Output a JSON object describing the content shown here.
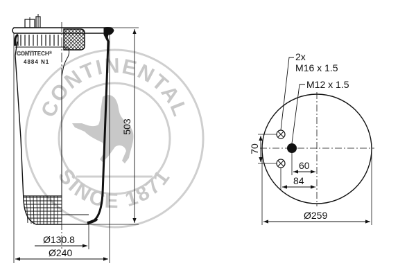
{
  "drawing": {
    "side_view": {
      "brand_label": "CONTITECH®",
      "brand_part1": "CONTI",
      "brand_part2": "TECH",
      "brand_reg": "®",
      "part_number": "4884 N1",
      "height_dim": "503",
      "inner_diameter_dim": "Ø130.8",
      "outer_diameter_dim": "Ø240"
    },
    "top_view": {
      "bolt_count_label": "2x",
      "bolt_thread_label": "M16 x 1.5",
      "air_port_label": "M12 x 1.5",
      "bolt_spacing_dim": "70",
      "air_port_offset_dim": "60",
      "bolt_offset_dim": "84",
      "plate_diameter_dim": "Ø259"
    },
    "watermark": {
      "top_text": "CONTINENTAL",
      "bottom_text": "SINCE 1871",
      "color": "#c8c8c8"
    },
    "line_color": "#111111"
  }
}
